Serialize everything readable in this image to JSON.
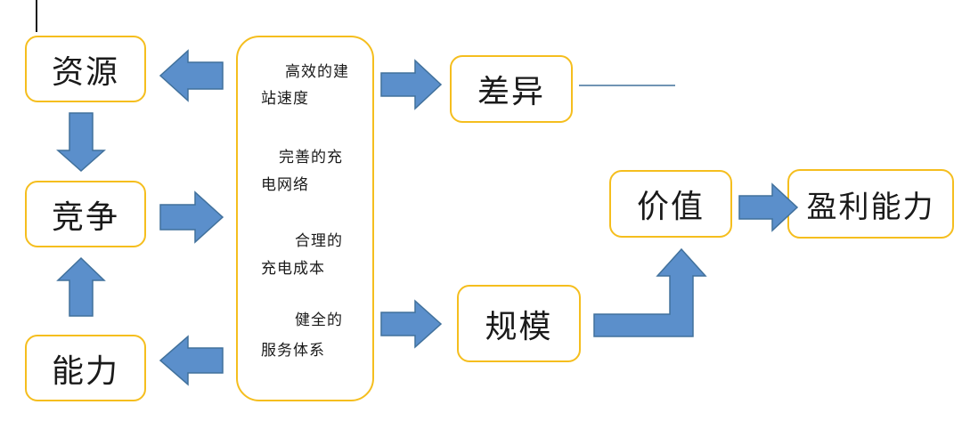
{
  "nodes": {
    "resources": "资源",
    "competition": "竞争",
    "capability": "能力",
    "difference": "差异",
    "scale": "规模",
    "value": "价值",
    "profitability": "盈利能力"
  },
  "center": {
    "item1": {
      "line1": "高效的建",
      "line2": "站速度"
    },
    "item2": {
      "line1": "完善的充",
      "line2": "电网络"
    },
    "item3": {
      "line1": "合理的",
      "line2": "充电成本"
    },
    "item4": {
      "line1": "健全的",
      "line2": "服务体系"
    }
  },
  "colors": {
    "node_border": "#F5BE1E",
    "arrow_fill": "#5B8FCB",
    "arrow_stroke": "#41719C"
  }
}
